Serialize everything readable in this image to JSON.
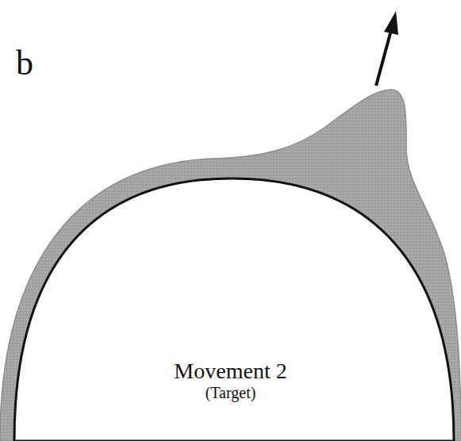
{
  "diagram": {
    "nodes": [
      {
        "text": [
          "Movement 2",
          "(Target)"
        ]
      }
    ],
    "labels": [
      "b"
    ]
  }
}
